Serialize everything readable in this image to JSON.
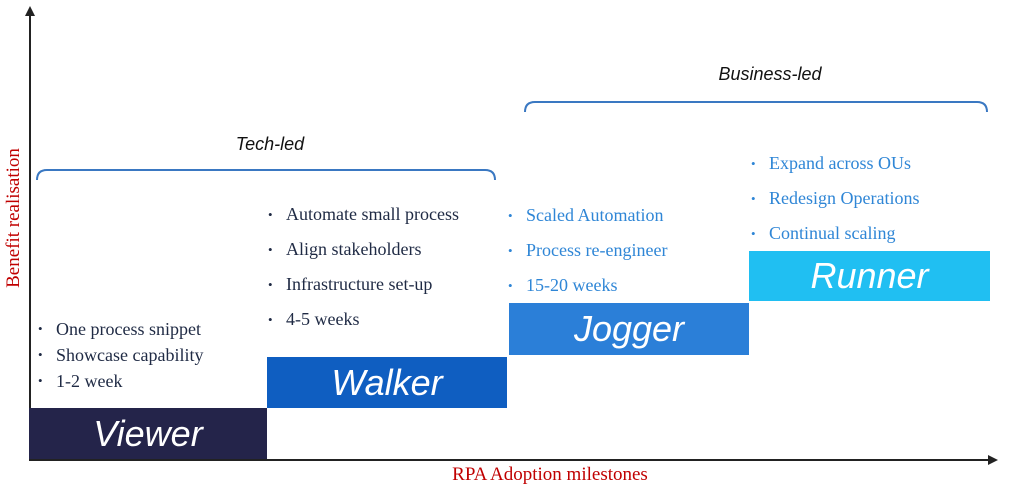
{
  "axes": {
    "y_label": "Benefit realisation",
    "x_label": "RPA Adoption milestones"
  },
  "brackets": {
    "tech_led": "Tech-led",
    "business_led": "Business-led"
  },
  "colors": {
    "viewer": "#24244a",
    "walker": "#0f5ec1",
    "jogger": "#2b7fd8",
    "runner": "#20bff2",
    "bracket": "#3a78c2",
    "axis_label": "#c00000",
    "bullet_dark": "#1f2a44",
    "bullet_blue": "#2f86d6"
  },
  "stages": [
    {
      "name": "Viewer",
      "bullets": [
        "One process snippet",
        "Showcase capability",
        "1-2 week"
      ]
    },
    {
      "name": "Walker",
      "bullets": [
        "Automate small process",
        "Align stakeholders",
        "Infrastructure set-up",
        "4-5 weeks"
      ]
    },
    {
      "name": "Jogger",
      "bullets": [
        "Scaled Automation",
        "Process re-engineer",
        "15-20 weeks"
      ]
    },
    {
      "name": "Runner",
      "bullets": [
        "Expand across OUs",
        "Redesign Operations",
        "Continual scaling"
      ]
    }
  ]
}
